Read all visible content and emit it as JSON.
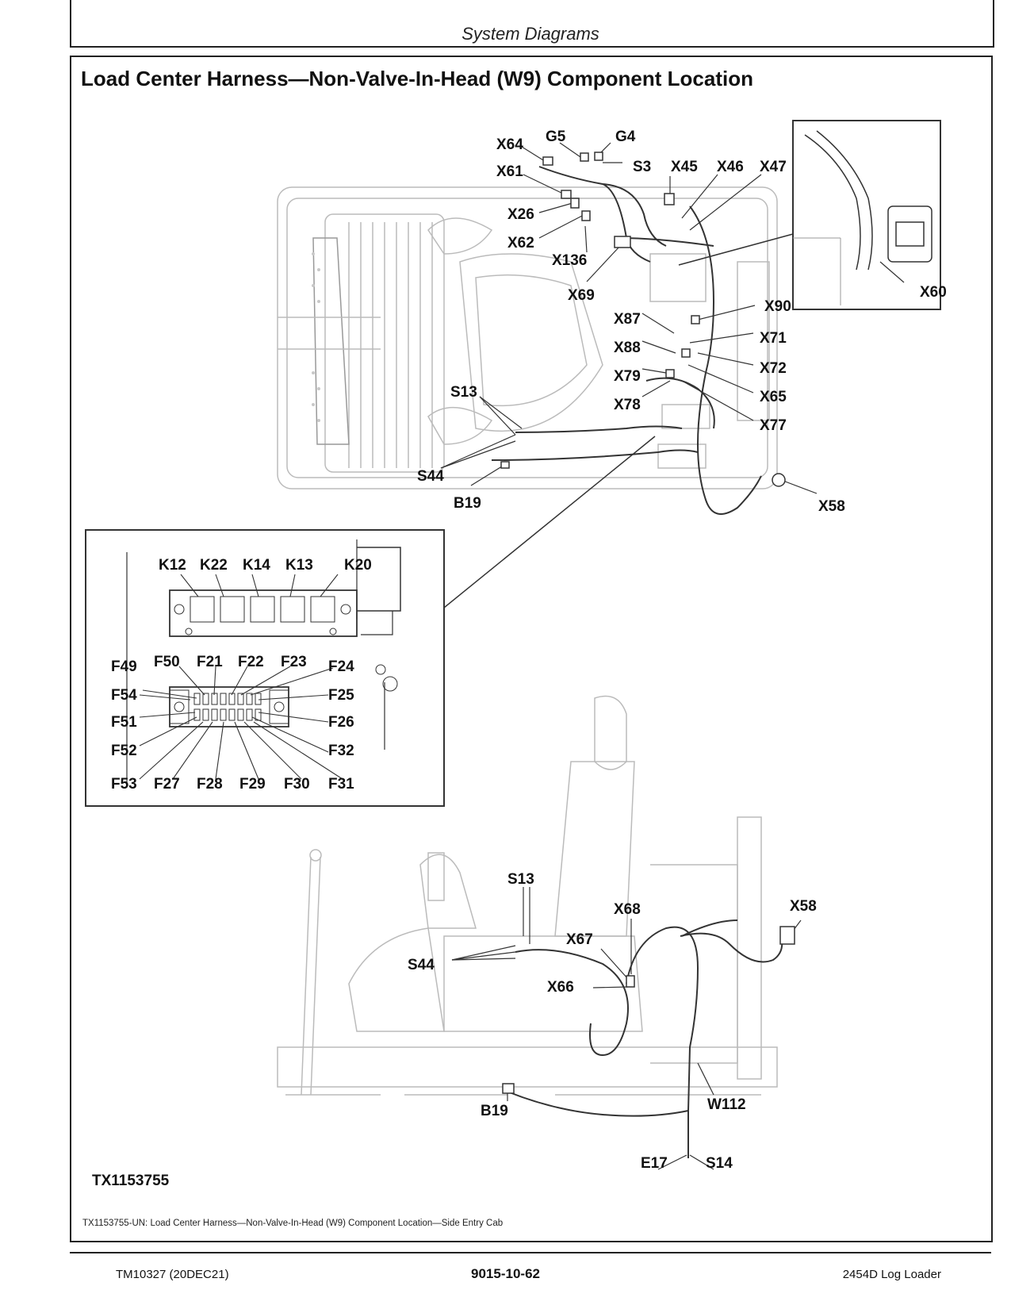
{
  "header": {
    "section": "System Diagrams"
  },
  "title": "Load Center Harness—Non-Valve-In-Head (W9) Component Location",
  "figure_id": "TX1153755",
  "caption": "TX1153755-UN: Load Center Harness—Non-Valve-In-Head (W9) Component Location—Side Entry Cab",
  "footer": {
    "manual": "TM10327 (20DEC21)",
    "page": "9015-10-62",
    "machine": "2454D Log Loader"
  },
  "labels": {
    "x64": "X64",
    "g5": "G5",
    "g4": "G4",
    "s3": "S3",
    "x61": "X61",
    "x45": "X45",
    "x46": "X46",
    "x47": "X47",
    "x26": "X26",
    "x62": "X62",
    "x136": "X136",
    "x69": "X69",
    "x60": "X60",
    "x90": "X90",
    "x87": "X87",
    "x71": "X71",
    "x88": "X88",
    "x72": "X72",
    "x79": "X79",
    "x65": "X65",
    "x78": "X78",
    "x77": "X77",
    "s13_top": "S13",
    "s44_top": "S44",
    "b19_top": "B19",
    "x58_top": "X58",
    "k12": "K12",
    "k22": "K22",
    "k14": "K14",
    "k13": "K13",
    "k20": "K20",
    "f49": "F49",
    "f50": "F50",
    "f21": "F21",
    "f22": "F22",
    "f23": "F23",
    "f24": "F24",
    "f54": "F54",
    "f25": "F25",
    "f51": "F51",
    "f26": "F26",
    "f52": "F52",
    "f32": "F32",
    "f53": "F53",
    "f27": "F27",
    "f28": "F28",
    "f29": "F29",
    "f30": "F30",
    "f31": "F31",
    "s13_bot": "S13",
    "x68": "X68",
    "x58_bot": "X58",
    "x67": "X67",
    "s44_bot": "S44",
    "x66": "X66",
    "w112": "W112",
    "b19_bot": "B19",
    "e17": "E17",
    "s14": "S14"
  }
}
